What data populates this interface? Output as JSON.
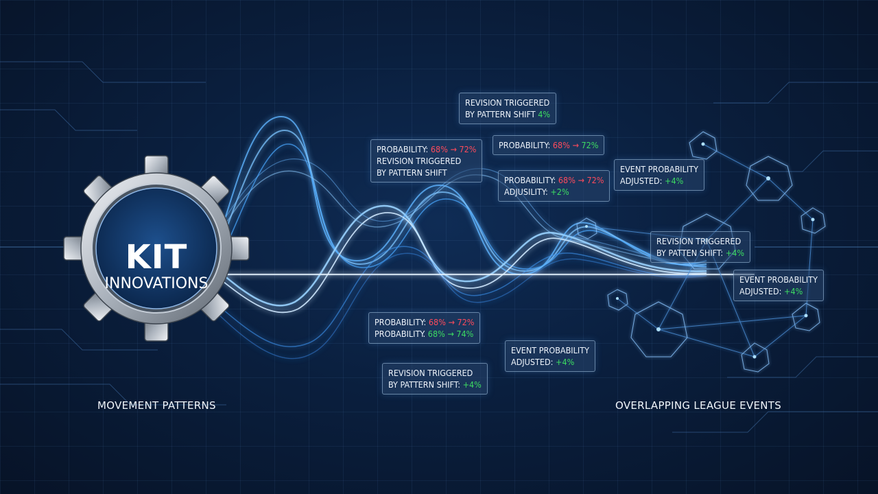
{
  "logo": {
    "line1": "KIT",
    "line2": "INNOVATIONS"
  },
  "captions": {
    "left": "MOVEMENT PATTERNS",
    "right": "OVERLAPPING LEAGUE EVENTS"
  },
  "boxes": {
    "b1": {
      "l1": "REVISION TRIGGERED",
      "l2a": "BY PATTERN SHIFT ",
      "l2b": "4%"
    },
    "b2": {
      "l1a": "PROBABILITY: ",
      "l1b": "68% → 72%",
      "l2": "REVISION TRIGGERED",
      "l3": "BY PATTERN SHIFT"
    },
    "b3": {
      "l1a": "PROBABILITY: ",
      "l1b": "68% → ",
      "l1c": "72%"
    },
    "b4": {
      "l1a": "PROBABILITY: ",
      "l1b": "68% → 72%",
      "l2a": "ADJUSILITY: ",
      "l2b": "+2%"
    },
    "b5": {
      "l1": "EVENT PROBABILITY",
      "l2a": "ADJUSTED: ",
      "l2b": "+4%"
    },
    "b6": {
      "l1": "REVISION TRIGGERED",
      "l2a": "BY PATTEN SHIFT: ",
      "l2b": "+4%"
    },
    "b7": {
      "l1": "EVENT PROBABILITY",
      "l2a": "ADJUSTED: ",
      "l2b": "+4%"
    },
    "b8": {
      "l1a": "PROBABILITY: ",
      "l1b": "68% → 72%",
      "l2a": "PROBABILITY. ",
      "l2b": "68% → 74%"
    },
    "b9": {
      "l1": "EVENT PROBABILITY",
      "l2a": "ADJUSTED: ",
      "l2b": "+4%"
    },
    "b10": {
      "l1": "REVISION TRIGGERED",
      "l2a": "BY PATTERN SHIFT: ",
      "l2b": "+4%"
    }
  },
  "colors": {
    "accent": "#4aa8ff",
    "up": "#3ddc62",
    "down": "#ff4b5c",
    "background": "#0a1f3e"
  }
}
